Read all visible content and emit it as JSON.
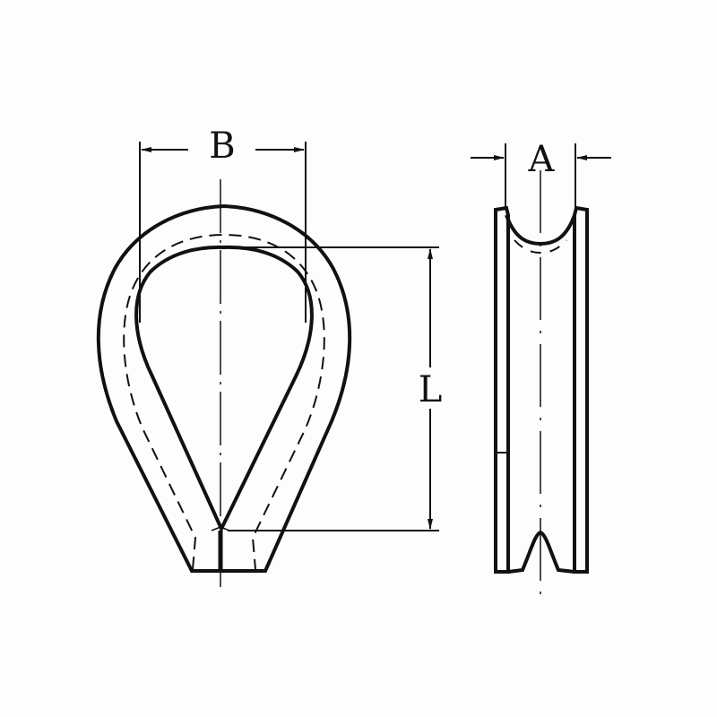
{
  "diagram": {
    "subject": "wire rope thimble",
    "views": [
      {
        "name": "front-view",
        "dimension_labels": [
          "B",
          "L"
        ]
      },
      {
        "name": "side-view",
        "dimension_labels": [
          "A"
        ]
      }
    ],
    "labels": {
      "width": "B",
      "length": "L",
      "groove_width": "A"
    },
    "colors": {
      "line": "#111111",
      "background": "#fdfdfd"
    }
  }
}
